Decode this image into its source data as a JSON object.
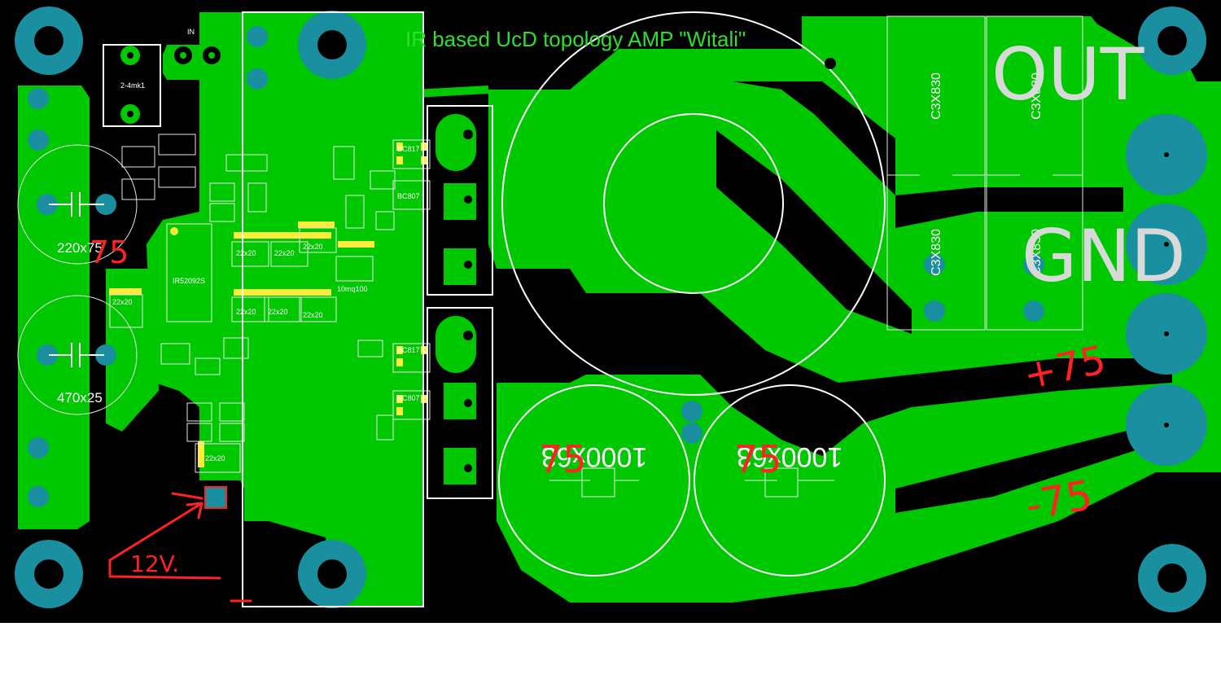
{
  "board": {
    "title": "IR based UcD topology AMP \"Witali\"",
    "colors": {
      "copper": "#00c800",
      "pad": "#1a8fa0",
      "silk": "#ffffff",
      "hand": "#ff2222",
      "background": "#000000"
    }
  },
  "labels": {
    "connector_in": "IN",
    "cap_2u": "2-4mk1",
    "cap_220": "220x75",
    "cap_470": "470x25",
    "ic": "IR52092S",
    "cap_22a": "22x20",
    "cap_22b": "22x20",
    "cap_22c": "22x20",
    "cap_22d": "22x20",
    "cap_22e": "22x20",
    "cap_22f": "22x20",
    "cap_22g": "22x20",
    "cap_22h": "22x20",
    "tr1": "BC817",
    "tr2": "BC807",
    "tr3": "BC817",
    "tr4": "BC807",
    "cap_1000a": "1000x63",
    "cap_1000b": "1000x63",
    "cap_out1": "C3X830",
    "cap_out2": "C3X830",
    "cap_out3": "C3X830",
    "cap_out4": "C3X830",
    "diode": "10mq100",
    "out": "OUT",
    "gnd": "GND"
  },
  "annotations": {
    "voltage_12": "12V.",
    "plus75": "+75",
    "minus75": "-75",
    "cap_75a": "75",
    "cap_75b": "75",
    "cap_75c": "75"
  }
}
